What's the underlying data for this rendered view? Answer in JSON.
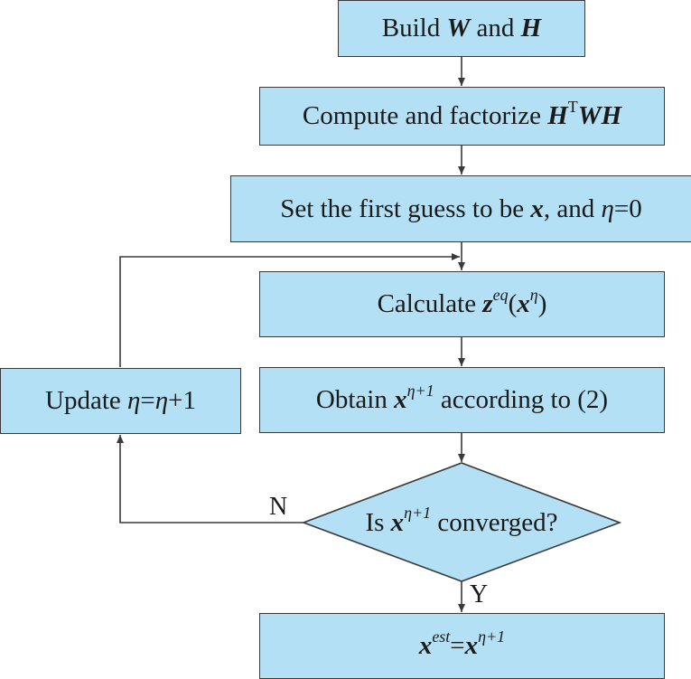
{
  "boxes": {
    "build": {
      "prefix": "Build ",
      "w": "W",
      "mid": " and ",
      "h": "H"
    },
    "compute": {
      "prefix": "Compute and factorize ",
      "h": "H",
      "sup": "T",
      "wh": "WH"
    },
    "first_guess": {
      "prefix": "Set the first guess to be ",
      "x": "x",
      "mid": ", and ",
      "eta": "η",
      "suffix": "=0"
    },
    "calculate": {
      "prefix": "Calculate ",
      "z": "z",
      "sup": "eq",
      "open": "(",
      "x": "x",
      "sup2": "η",
      "close": ")"
    },
    "obtain": {
      "prefix": "Obtain ",
      "x": "x",
      "sup": "η+1",
      "suffix": " according to (2)"
    },
    "update": {
      "prefix": "Update ",
      "eta1": "η",
      "eq": "=",
      "eta2": "η",
      "suffix": "+1"
    },
    "result": {
      "x1": "x",
      "sup1": "est",
      "eq": "=",
      "x2": "x",
      "sup2": "η+1"
    }
  },
  "decision": {
    "prefix": "Is ",
    "x": "x",
    "sup": "η+1",
    "suffix": " converged?"
  },
  "labels": {
    "no": "N",
    "yes": "Y"
  },
  "colors": {
    "box_fill": "#b3e0f5",
    "stroke": "#3a3a3a"
  }
}
